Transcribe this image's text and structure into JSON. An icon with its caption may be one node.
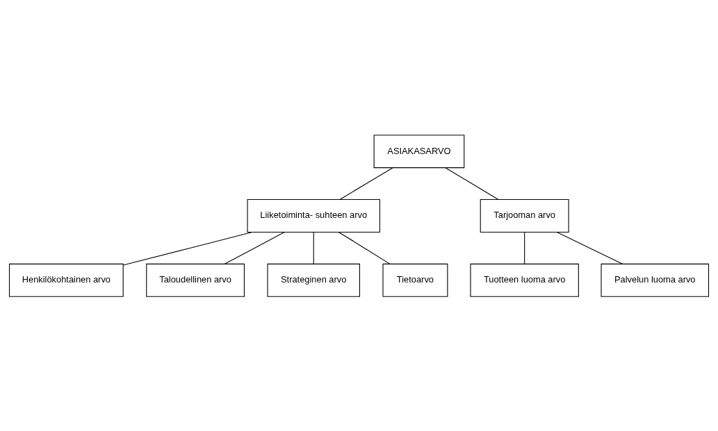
{
  "diagram": {
    "nodes": [
      {
        "text": [
          "ASIAKASARVO"
        ]
      },
      {
        "text": [
          "Liiketoiminta- suhteen arvo"
        ]
      },
      {
        "text": [
          "Tarjooman arvo"
        ]
      },
      {
        "text": [
          "Henkilökohtainen arvo"
        ]
      },
      {
        "text": [
          "Taloudellinen arvo"
        ]
      },
      {
        "text": [
          "Strateginen arvo"
        ]
      },
      {
        "text": [
          "Tietoarvo"
        ]
      },
      {
        "text": [
          "Tuotteen luoma arvo"
        ]
      },
      {
        "text": [
          "Palvelun luoma arvo"
        ]
      }
    ],
    "edges": [
      {
        "from": 0,
        "to": 1,
        "arrow": "none"
      },
      {
        "from": 0,
        "to": 2,
        "arrow": "none"
      },
      {
        "from": 1,
        "to": 3,
        "arrow": "none"
      },
      {
        "from": 1,
        "to": 4,
        "arrow": "none"
      },
      {
        "from": 1,
        "to": 5,
        "arrow": "none"
      },
      {
        "from": 1,
        "to": 6,
        "arrow": "none"
      },
      {
        "from": 2,
        "to": 7,
        "arrow": "none"
      },
      {
        "from": 2,
        "to": 8,
        "arrow": "none"
      }
    ]
  }
}
